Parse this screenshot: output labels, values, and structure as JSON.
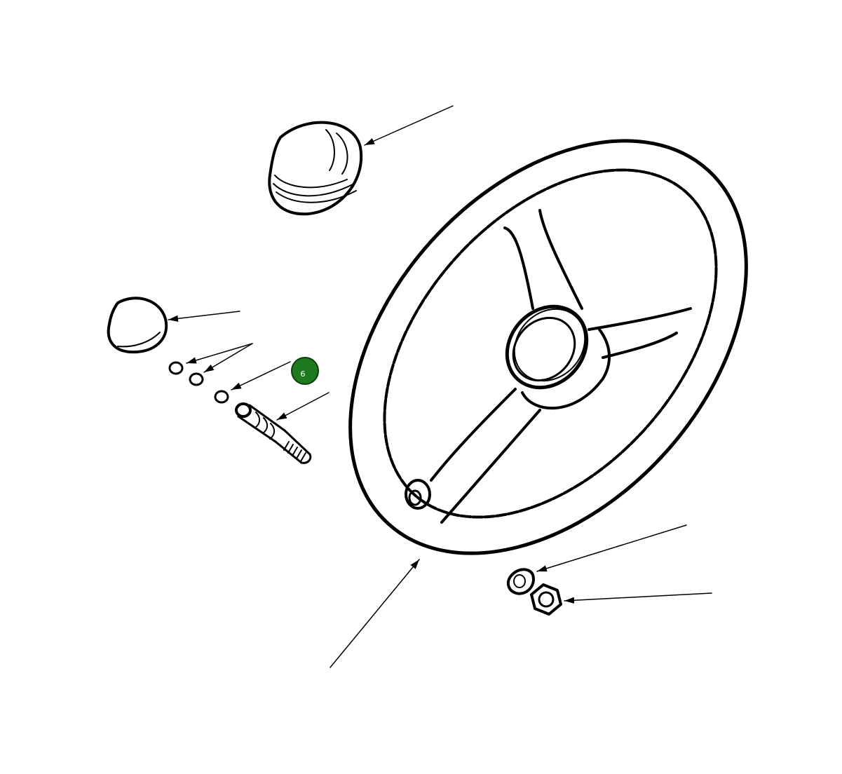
{
  "diagram": {
    "background_color": "#ffffff",
    "line_color": "#000000",
    "parts": [
      "horn-cap",
      "small-cap",
      "retaining-ring",
      "retaining-ring",
      "washer",
      "horn-contact-pin",
      "steering-wheel",
      "lock-washer",
      "hex-nut"
    ],
    "callouts": [
      {
        "label": "6",
        "color": "#1f7a1f"
      }
    ]
  }
}
